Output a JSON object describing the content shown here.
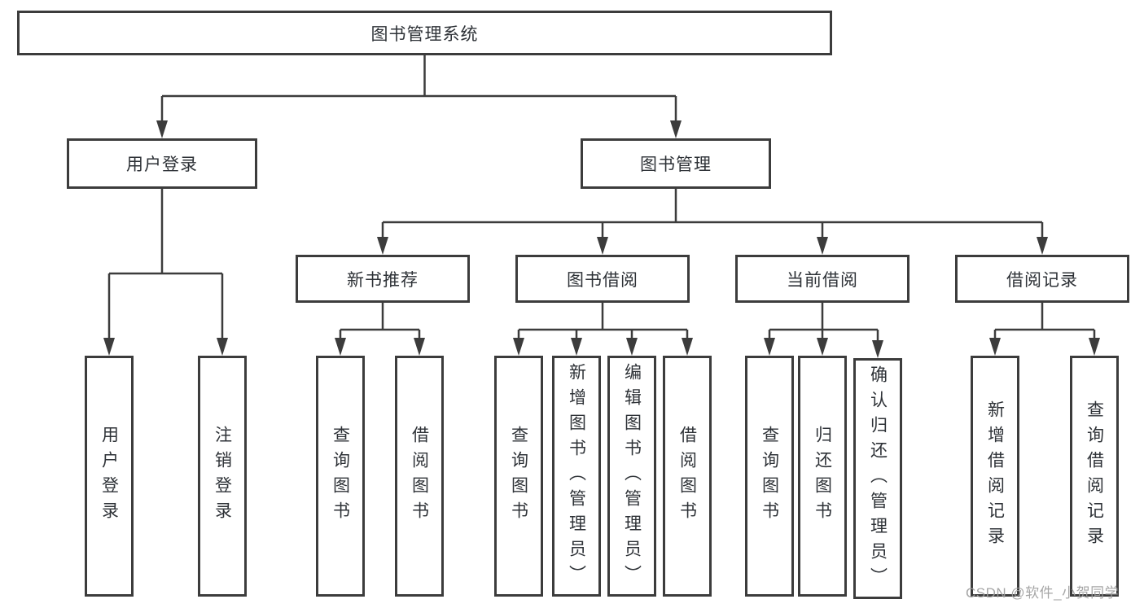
{
  "diagram": {
    "title": "图书管理系统",
    "user_login": {
      "label": "用户登录",
      "children": [
        "用户登录",
        "注销登录"
      ]
    },
    "book_mgmt": {
      "label": "图书管理",
      "sections": [
        {
          "label": "新书推荐",
          "children": [
            "查询图书",
            "借阅图书"
          ]
        },
        {
          "label": "图书借阅",
          "children": [
            "查询图书",
            "新增图书（管理员）",
            "编辑图书（管理员）",
            "借阅图书"
          ]
        },
        {
          "label": "当前借阅",
          "children": [
            "查询图书",
            "归还图书",
            "确认归还（管理员）"
          ]
        },
        {
          "label": "借阅记录",
          "children": [
            "新增借阅记录",
            "查询借阅记录"
          ]
        }
      ]
    }
  },
  "watermark": "CSDN @软件_小贺同学"
}
